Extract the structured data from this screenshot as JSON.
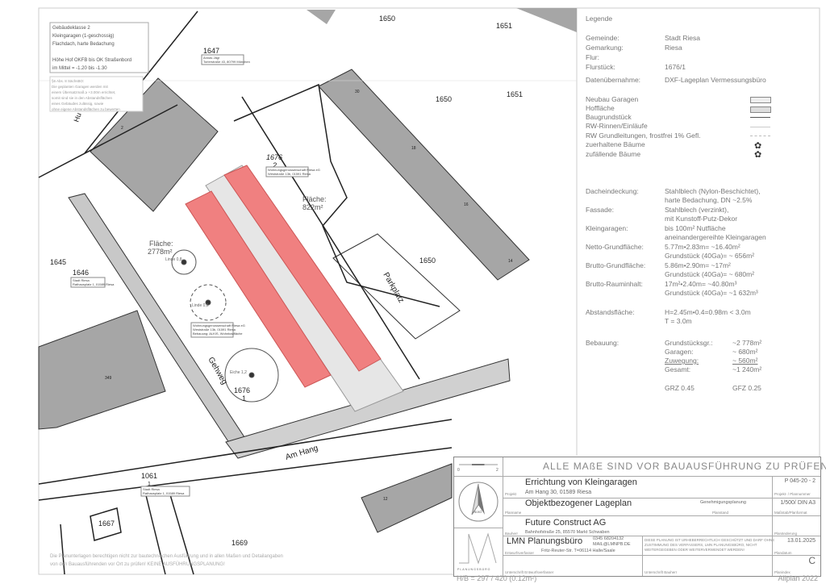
{
  "plan": {
    "parcels": [
      "1650",
      "1651",
      "1647",
      "1650",
      "1651",
      "1645",
      "1646",
      "1676",
      "2",
      "1650",
      "1676",
      "1",
      "1061",
      "1",
      "1667",
      "1669"
    ],
    "area_left": {
      "label": "Fläche:",
      "value": "2778m²"
    },
    "area_right": {
      "label": "Fläche:",
      "value": "822m²"
    },
    "parkplatz": "Parkplatz",
    "gehweg": "Gehweg",
    "street": "Am Hang",
    "building_numbers": [
      "2",
      "349",
      "30",
      "18",
      "16",
      "14",
      "12"
    ],
    "fragment_hu": "Hu",
    "notes_top": [
      "Gebäudeklasse 2",
      "Kleingaragen (1-geschossig)",
      "Flachdach, harte Bedachung",
      "",
      "Höhe Hof OKFB bis OK Straßenbord",
      "im Mittel = -1.20 bis -1.30"
    ],
    "notes_abst": [
      "§6 Abs. 8 SächsBO:",
      "Die geplanten Garagen werden mit",
      "einem Übersatzmaß ≥ +3.00m errichtet,",
      "somit sind sie in den Abstandsflächen",
      "eines Gebäudes zulässig, sowie",
      "ohne eigene Abstandsflächen zu bewerten"
    ],
    "owner_box": [
      "Wohnungsgenossenschaft Riesa eG",
      "Weststraße 13b, 01591 Riesa"
    ],
    "owner_box_left": [
      "Wohnungsgenossenschaft Riesa eG",
      "Weststraße 13b, 01591 Riesa",
      "Bebauung: ALKIS, Wohnbaufläche"
    ],
    "stadt_box": [
      "Stadt Riesa",
      "Rathausplatz 1, 01589 Riesa"
    ],
    "stadt_box2": [
      "Stadt Riesa",
      "Rathausplatz 1, 01589 Riesa"
    ],
    "anna_box": [
      "Annas Jägr",
      "Torlerstraße 43, 80799 München"
    ],
    "tree_labels": [
      "Linde 0,8",
      "Linde 0,6",
      "Eiche 1,2"
    ],
    "bottom_note": [
      "Die Planunterlagen berechtigen nicht zur bautechnischen Ausführung und in allen Maßen und Detailangaben",
      "von den Bauausführenden vor Ort zu prüfen! KEINE AUSFÜHRUNGSPLANUNG!"
    ]
  },
  "legend": {
    "title": "Legende",
    "info": [
      {
        "label": "Gemeinde:",
        "value": "Stadt Riesa"
      },
      {
        "label": "Gemarkung:",
        "value": "Riesa"
      },
      {
        "label": "Flur:",
        "value": ""
      },
      {
        "label": "Flurstück:",
        "value": "1676/1"
      },
      {
        "label": "Datenübernahme:",
        "value": "DXF-Lageplan Vermessungsbüro"
      }
    ],
    "symbols": [
      "Neubau Garagen",
      "Hoffläche",
      "Baugrundstück",
      "RW-Rinnen/Einläufe",
      "RW Grundleitungen, frostfrei 1% Gefl.",
      "zuerhaltene Bäume",
      "zufällende Bäume"
    ],
    "specs": [
      {
        "label": "Dacheindeckung:",
        "lines": [
          "Stahlblech (Nylon-Beschichtet),",
          "harte Bedachung, DN ~2.5%"
        ]
      },
      {
        "label": "Fassade:",
        "lines": [
          "Stahlblech (verzinkt),",
          "mit Kunstoff-Putz-Dekor"
        ]
      },
      {
        "label": "Kleingaragen:",
        "lines": [
          "bis 100m² Nutfläche",
          "aneinandergereihte Kleingaragen"
        ]
      },
      {
        "label": "Netto-Grundfläche:",
        "lines": [
          "5.77m•2.83m= ~16.40m²",
          "Grundstück (40Ga)= ~ 656m²"
        ]
      },
      {
        "label": "Brutto-Grundfläche:",
        "lines": [
          "5.86m•2.90m= ~17m²",
          "Grundstück (40Ga)= ~ 680m²"
        ]
      },
      {
        "label": "Brutto-Rauminhalt:",
        "lines": [
          "17m²•2.40m= ~40.80m³",
          "Grundstück (40Ga)= ~1 632m³"
        ]
      },
      {
        "label": "Abstandsfläche:",
        "lines": [
          "H=2.45m•0.4=0.98m < 3.0m",
          "T = 3.0m"
        ]
      }
    ],
    "bebauung": {
      "label": "Bebauung:",
      "rows": [
        [
          "Grundstücksgr.:",
          "~2 778m²"
        ],
        [
          "Garagen:",
          "~ 680m²"
        ],
        [
          "Zuwegung:",
          "~ 560m²"
        ],
        [
          "Gesamt:",
          "~1 240m²"
        ]
      ],
      "grz": "GRZ 0.45",
      "gfz": "GFZ 0.25"
    }
  },
  "title_block": {
    "warning": "ALLE MAßE SIND VOR BAUAUSFÜHRUNG ZU PRÜFEN!",
    "scale_ticks": [
      "0",
      "2"
    ],
    "north": "Nord",
    "project_title": "Errichtung von Kleingaragen",
    "project_address": "Am Hang 30, 01589 Riesa",
    "project_label": "Projekt",
    "project_no": "P 045-20 - 2",
    "project_no_label": "Projekt- / Plannummer",
    "plan_name": "Objektbezogener Lageplan",
    "plan_name_label": "Planname",
    "plan_status": "Genehmigungsplanung",
    "plan_status_label": "Planstand",
    "scale": "1/500/ DIN A3",
    "scale_label": "Maßstab/Planformat",
    "client": "Future Construct AG",
    "client_address": "Bahnhofstraße 25, 85570 Markt Schwaben",
    "client_label": "Bauherr",
    "revision_label": "Planänderung",
    "office": "LMN Planungsbüro",
    "office_phone": "0345 68204132",
    "office_mail": "MAIL@LMNPB.DE",
    "office_address": "Fritz-Reuter-Str. T=06114 Halle/Saale",
    "office_label": "Entwurfsverfasser",
    "copyright": [
      "DIESE PLANUNG IST URHEBERRECHTLICH GESCHÜTZT UND DARF OHNE",
      "ZUSTIMMUNG DES VERFASSERS, LMN PLANUNGSBÜRO, NICHT",
      "WEITERGEGEBEN ODER WEITERVERWENDET WERDEN!"
    ],
    "date": "13.01.2025",
    "date_label": "Plandatum",
    "index": "C",
    "index_label": "Planindex",
    "sign_office": "Unterschrift Entwurfsverfasser",
    "sign_client": "Unterschrift Bauherr",
    "logo_text": "PLANUNGSBÜRO",
    "logo": "LMN"
  },
  "footer": {
    "size": "H/B = 297 / 420 (0.12m²)",
    "software": "Allplan 2022"
  },
  "colors": {
    "garage": "#f08080",
    "building": "#a6a6a6",
    "path": "#c8c8c8"
  }
}
